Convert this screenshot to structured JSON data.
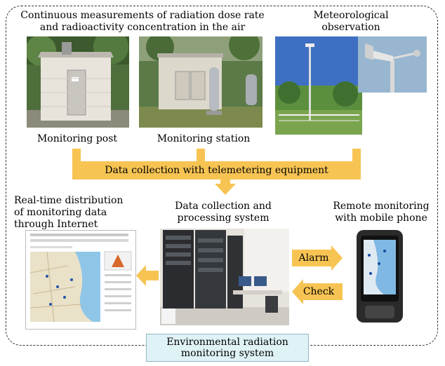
{
  "heading": {
    "measure_line1": "Continuous measurements of radiation dose rate",
    "measure_line2": "and radioactivity concentration in the air",
    "meteo_line1": "Meteorological",
    "meteo_line2": "observation"
  },
  "labels": {
    "monitoring_post": "Monitoring post",
    "monitoring_station": "Monitoring station",
    "data_collection_bar": "Data collection with telemetering equipment",
    "realtime_line1": "Real-time distribution",
    "realtime_line2": "of monitoring data",
    "realtime_line3": "through Internet",
    "processing_line1": "Data collection and",
    "processing_line2": "processing system",
    "remote_line1": "Remote monitoring",
    "remote_line2": "with mobile phone",
    "alarm": "Alarm",
    "check": "Check",
    "system_line1": "Environmental radiation",
    "system_line2": "monitoring system"
  },
  "colors": {
    "arrow": "#f7c453",
    "system_box": "#dff2f5"
  }
}
